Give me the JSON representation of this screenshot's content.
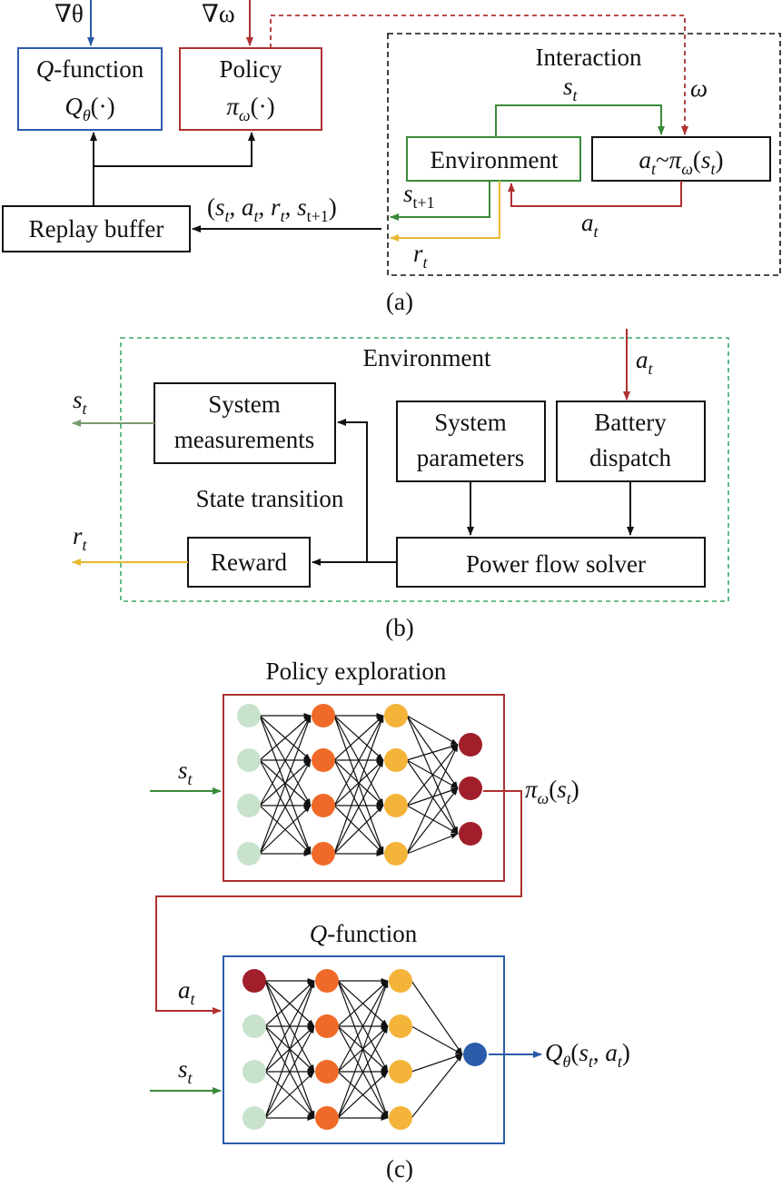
{
  "colors": {
    "blue": "#2a5caa",
    "red": "#b03030",
    "green": "#3a8a3a",
    "yellow": "#e8b830",
    "black": "#111111",
    "gray_green": "#7a9a70",
    "node_light_green": "#c8e2cc",
    "node_orange": "#ef6a28",
    "node_yellow": "#f4b43a",
    "node_dark_red": "#a01f2a",
    "node_blue": "#2a5caa"
  },
  "panel_a": {
    "grad_theta": "∇θ",
    "grad_omega": "∇ω",
    "qfunction_box": {
      "line1": "Q-function",
      "line2": "Qθ(·)"
    },
    "policy_box": {
      "line1": "Policy",
      "line2": "πω(·)"
    },
    "interaction_title": "Interaction",
    "s_t": "st",
    "omega": "ω",
    "environment": "Environment",
    "action_box": "at~πω(st)",
    "s_next": "st+1",
    "a_t": "at",
    "r_t": "rt",
    "transition": "(st, at, rt, st+1)",
    "replay_buffer": "Replay buffer",
    "caption": "(a)"
  },
  "panel_b": {
    "environment_title": "Environment",
    "a_t": "at",
    "s_t": "st",
    "r_t": "rt",
    "system_measurements": [
      "System",
      "measurements"
    ],
    "system_parameters": [
      "System",
      "parameters"
    ],
    "battery_dispatch": [
      "Battery",
      "dispatch"
    ],
    "state_transition": "State transition",
    "reward": "Reward",
    "power_flow_solver": "Power flow solver",
    "caption": "(b)"
  },
  "panel_c": {
    "policy_title": "Policy exploration",
    "s_t": "st",
    "pi_output": "πω(st)",
    "q_title": "Q-function",
    "a_t": "at",
    "q_output": "Qθ(st, at)",
    "caption": "(c)"
  }
}
